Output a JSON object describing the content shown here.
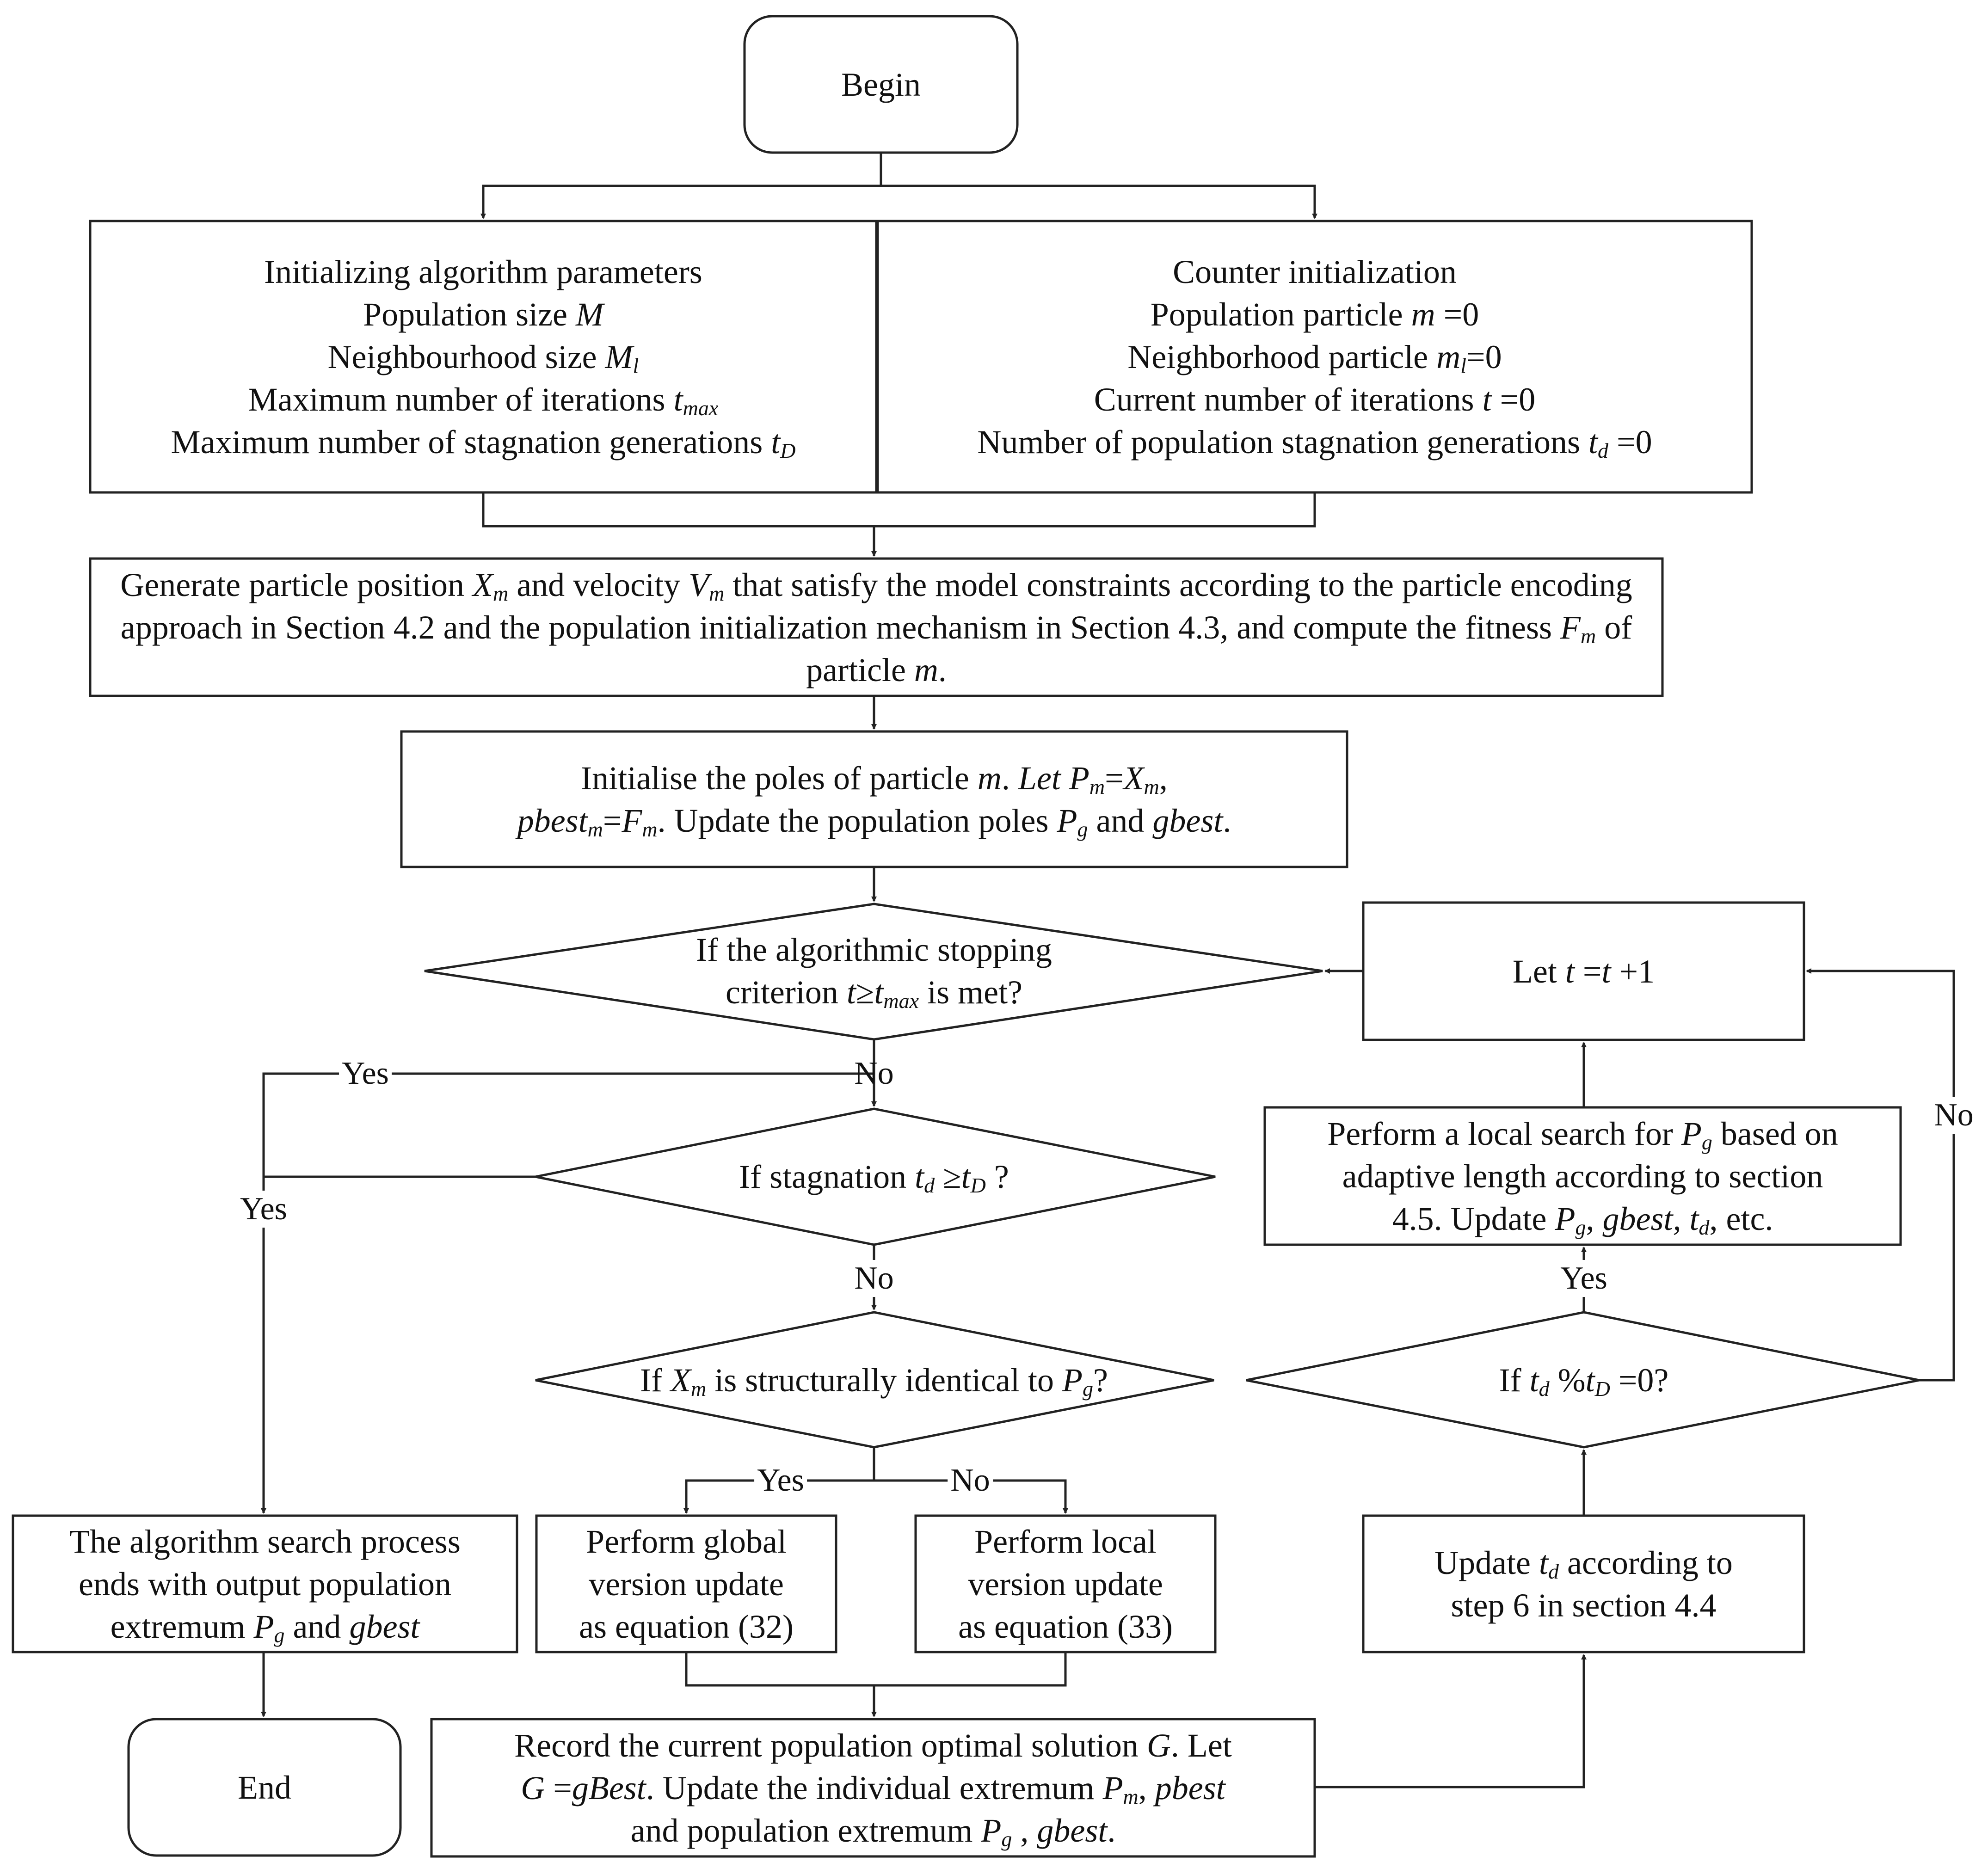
{
  "nodes": {
    "begin": "Begin",
    "end": "End",
    "init_params": {
      "l1": "Initializing algorithm parameters",
      "l2": "Population size",
      "l3": "Neighbourhood size",
      "l4": "Maximum number of iterations",
      "l5": "Maximum number of stagnation generations"
    },
    "init_counter": {
      "l1": "Counter initialization",
      "l2": "Population particle",
      "l3": "Neighborhood particle",
      "l4": "Current number of iterations",
      "l5": "Number of population stagnation generations"
    },
    "generate": {
      "p1": "Generate particle position",
      "p2": "and velocity",
      "p3": "that satisfy the model constraints according to the particle encoding approach in Section 4.2 and the population initialization mechanism in Section 4.3, and compute the fitness",
      "p4": "of particle"
    },
    "init_poles": {
      "p1": "Initialise the poles of particle",
      "p2": "Let",
      "p3": ". Update the population poles",
      "p4": "and"
    },
    "stop_check": {
      "l1": "If the algorithmic stopping",
      "l2a": "criterion",
      "l2b": "is met?"
    },
    "stagnation_check": {
      "p1": "If stagnation",
      "p2": "?"
    },
    "identical_check": {
      "p1": "If",
      "p2": "is structurally identical to",
      "p3": "?"
    },
    "global_update": {
      "l1": "Perform global",
      "l2": "version update",
      "l3": "as equation (32)"
    },
    "local_update": {
      "l1": "Perform local",
      "l2": "version update",
      "l3": "as equation (33)"
    },
    "output": {
      "l1": "The algorithm search process",
      "l2": "ends with output population",
      "l3": "extremum",
      "l3b": "and"
    },
    "record": {
      "p1": "Record the current population optimal solution",
      "p2": "Let",
      "p3": ". Update the individual extremum",
      "p4": "and population extremum"
    },
    "update_td": {
      "l1b": "according to",
      "l2": "step 6 in section 4.4"
    },
    "mod_check": {
      "p1": "If"
    },
    "local_search": {
      "l1": "Perform a local search for",
      "l1b": "based on",
      "l2": "adaptive length according to section",
      "l3": "4.5. Update",
      "l3b": "etc."
    },
    "increment": {
      "p1": "Let"
    }
  },
  "edges": {
    "stop_yes": "Yes",
    "stop_no": "No",
    "stagnation_yes": "Yes",
    "stagnation_no": "No",
    "identical_yes": "Yes",
    "identical_no": "No",
    "mod_yes": "Yes",
    "mod_no": "No"
  }
}
